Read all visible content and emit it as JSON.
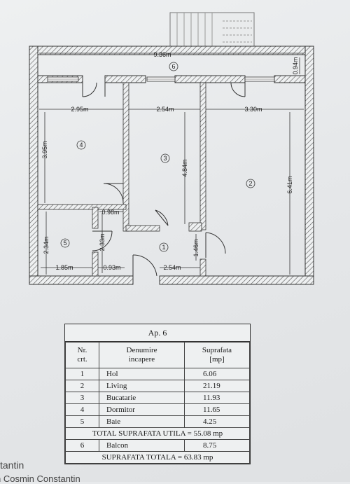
{
  "plan": {
    "dimensions": {
      "total_width": "9.36m",
      "balcony_depth": "0.94m",
      "room4_width": "2.95m",
      "room3_width": "2.54m",
      "room2_width": "3.30m",
      "room4_height": "3.95m",
      "room3_height": "4.84m",
      "room2_height": "6.41m",
      "door_width": "0.98m",
      "bath_width": "1.85m",
      "bath_depth": "2.34m",
      "bath_inner": "2.33m",
      "corridor": "0.93m",
      "hall_width": "2.54m",
      "hall_depth": "1.46m"
    },
    "room_numbers": {
      "balcony": "6",
      "room4": "4",
      "room3": "3",
      "room2": "2",
      "room5": "5",
      "room1": "1"
    }
  },
  "table": {
    "title": "Ap. 6",
    "headers": {
      "nr": "Nr.\ncrt.",
      "name": "Denumire\nincapere",
      "area": "Suprafata\n[mp]"
    },
    "rows": [
      {
        "nr": "1",
        "name": "Hol",
        "area": "6.06"
      },
      {
        "nr": "2",
        "name": "Living",
        "area": "21.19"
      },
      {
        "nr": "3",
        "name": "Bucatarie",
        "area": "11.93"
      },
      {
        "nr": "4",
        "name": "Dormitor",
        "area": "11.65"
      },
      {
        "nr": "5",
        "name": "Baie",
        "area": "4.25"
      }
    ],
    "total_util": "TOTAL SUPRAFATA UTILA = 55.08 mp",
    "balcony_row": {
      "nr": "6",
      "name": "Balcon",
      "area": "8.75"
    },
    "total": "SUPRAFATA TOTALA = 63.83 mp"
  },
  "footer": {
    "line1": "tantin",
    "line2": "n Cosmin Constantin"
  }
}
